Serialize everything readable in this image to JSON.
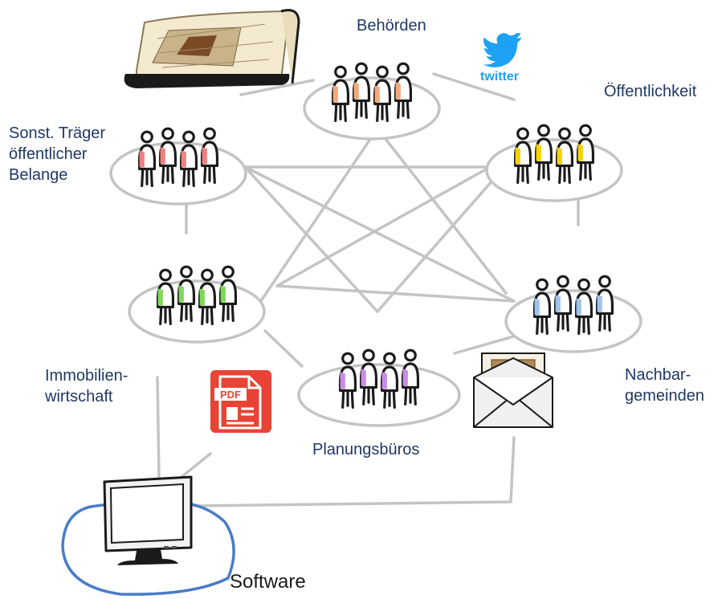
{
  "groups": [
    {
      "id": "behoerden",
      "label": "Behörden",
      "color": "#f4a97a",
      "figures": 4
    },
    {
      "id": "oeffentlichkeit",
      "label": "Öffentlichkeit",
      "color": "#f5d100",
      "figures": 4
    },
    {
      "id": "nachbar",
      "label": "Nachbar-\ngemeinden",
      "color": "#9fc4ec",
      "figures": 4
    },
    {
      "id": "planung",
      "label": "Planungsbüros",
      "color": "#c98be6",
      "figures": 4
    },
    {
      "id": "immobilien",
      "label": "Immobilien-\nwirtschaft",
      "color": "#7ed957",
      "figures": 4
    },
    {
      "id": "toeb",
      "label": "Sonst. Träger\nöffentlicher\nBelange",
      "color": "#f08080",
      "figures": 4
    }
  ],
  "software_label": "Software",
  "icons": {
    "twitter": "twitter",
    "pdf": "PDF",
    "map": "map-scroll-icon",
    "envelope": "envelope-icon",
    "monitor": "monitor-icon"
  },
  "colors": {
    "label": "#1f3864",
    "line": "#c4c4c4",
    "highlight": "#4a7cc7",
    "pdf": "#e84335",
    "twitter": "#1da1f2"
  }
}
